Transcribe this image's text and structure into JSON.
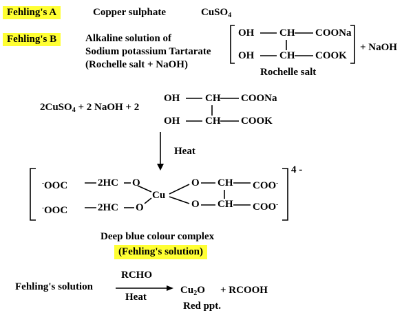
{
  "fehling_a": {
    "label": "Fehling's A",
    "desc": "Copper sulphate",
    "formula": "CuSO",
    "sub": "4"
  },
  "fehling_b": {
    "label": "Fehling's B",
    "line1": "Alkaline solution of",
    "line2": "Sodium potassium Tartarate",
    "line3": "(Rochelle salt + NaOH)",
    "struct": {
      "oh": "OH",
      "ch": "CH",
      "coona": "COONa",
      "cook": "COOK",
      "plus_naoh": "+ NaOH",
      "name": "Rochelle salt"
    }
  },
  "reaction": {
    "lhs_a": "2CuSO",
    "lhs_sub": "4",
    "lhs_b": "+ 2  NaOH + 2",
    "oh": "OH",
    "ch": "CH",
    "coona": "COONa",
    "cook": "COOK",
    "heat": "Heat"
  },
  "complex": {
    "ooc": "OOC",
    "minus": "-",
    "hc": "2HC",
    "o": "O",
    "cu": "Cu",
    "ch": "CH",
    "coo": "COO",
    "charge": "4 -",
    "name": "Deep blue colour complex",
    "solution": "(Fehling's solution)"
  },
  "test": {
    "reactant": "Fehling's solution",
    "reagent": "RCHO",
    "condition": "Heat",
    "product_a": "Cu",
    "product_sub": "2",
    "product_b": "O",
    "plus": "+  RCOOH",
    "ppt": "Red ppt."
  },
  "colors": {
    "highlight": "#ffff33",
    "text": "#000000",
    "background": "#ffffff"
  }
}
